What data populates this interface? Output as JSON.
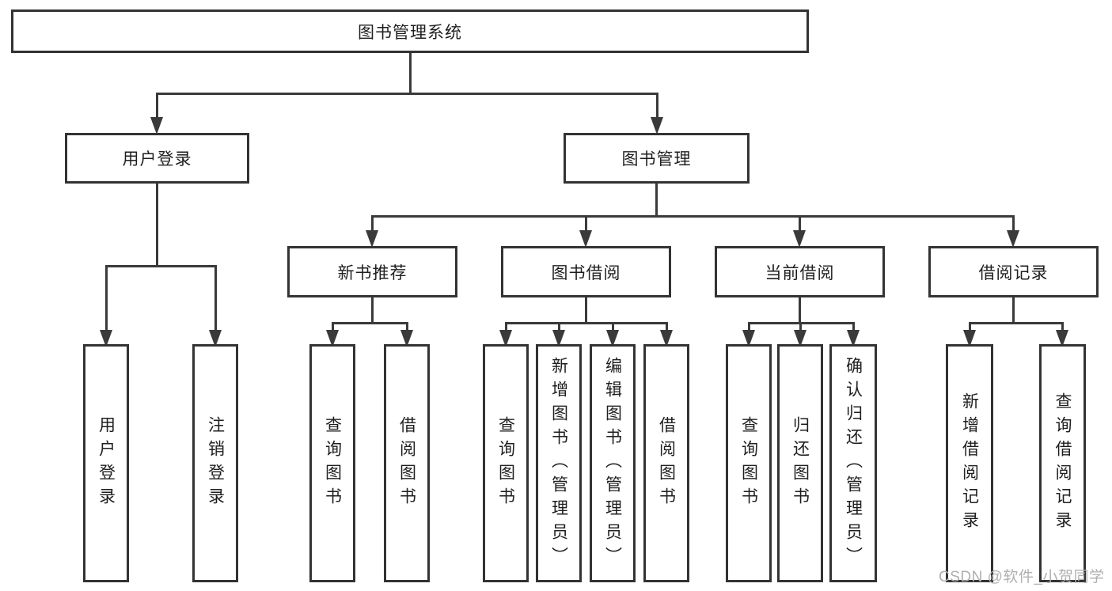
{
  "root": {
    "label": "图书管理系统"
  },
  "level2": [
    "用户登录",
    "图书管理"
  ],
  "level3": [
    "新书推荐",
    "图书借阅",
    "当前借阅",
    "借阅记录"
  ],
  "leaves": {
    "user_login": [
      "用户登录",
      "注销登录"
    ],
    "new_book": [
      "查询图书",
      "借阅图书"
    ],
    "book_borrow": [
      "查询图书",
      "新增图书（管理员）",
      "编辑图书（管理员）",
      "借阅图书"
    ],
    "current_borrow": [
      "查询图书",
      "归还图书",
      "确认归还（管理员）"
    ],
    "borrow_record": [
      "新增借阅记录",
      "查询借阅记录"
    ]
  },
  "watermark": "CSDN @软件_小贺同学",
  "colors": {
    "line": "#3a3a3a",
    "border": "#333333",
    "text": "#1f1f1f",
    "watermark": "#b0b0b0",
    "background": "#ffffff"
  }
}
